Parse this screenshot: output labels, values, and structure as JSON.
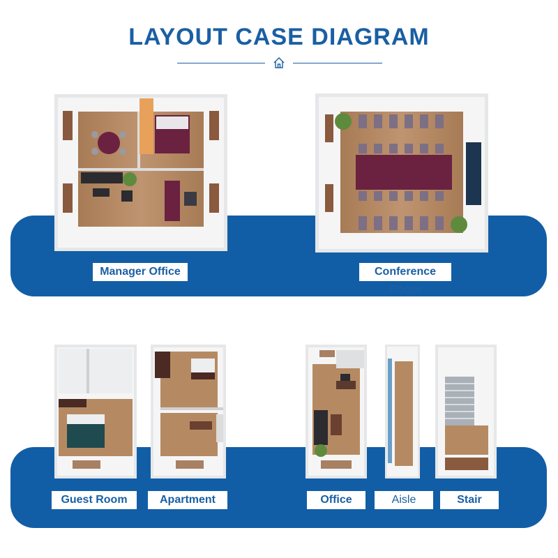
{
  "title": "LAYOUT CASE DIAGRAM",
  "icons": {
    "divider": "home-icon"
  },
  "colors": {
    "brand_blue": "#125ea6",
    "title_blue": "#1a5fa3",
    "background": "#ffffff",
    "wood_floor": "#b58a62",
    "furniture_purple": "#6b2140"
  },
  "rooms": {
    "manager_office": "Manager Office",
    "conference_room": "Conference Room",
    "guest_room": "Guest Room",
    "apartment": "Apartment",
    "office": "Office",
    "aisle": "Aisle",
    "stair": "Stair"
  }
}
